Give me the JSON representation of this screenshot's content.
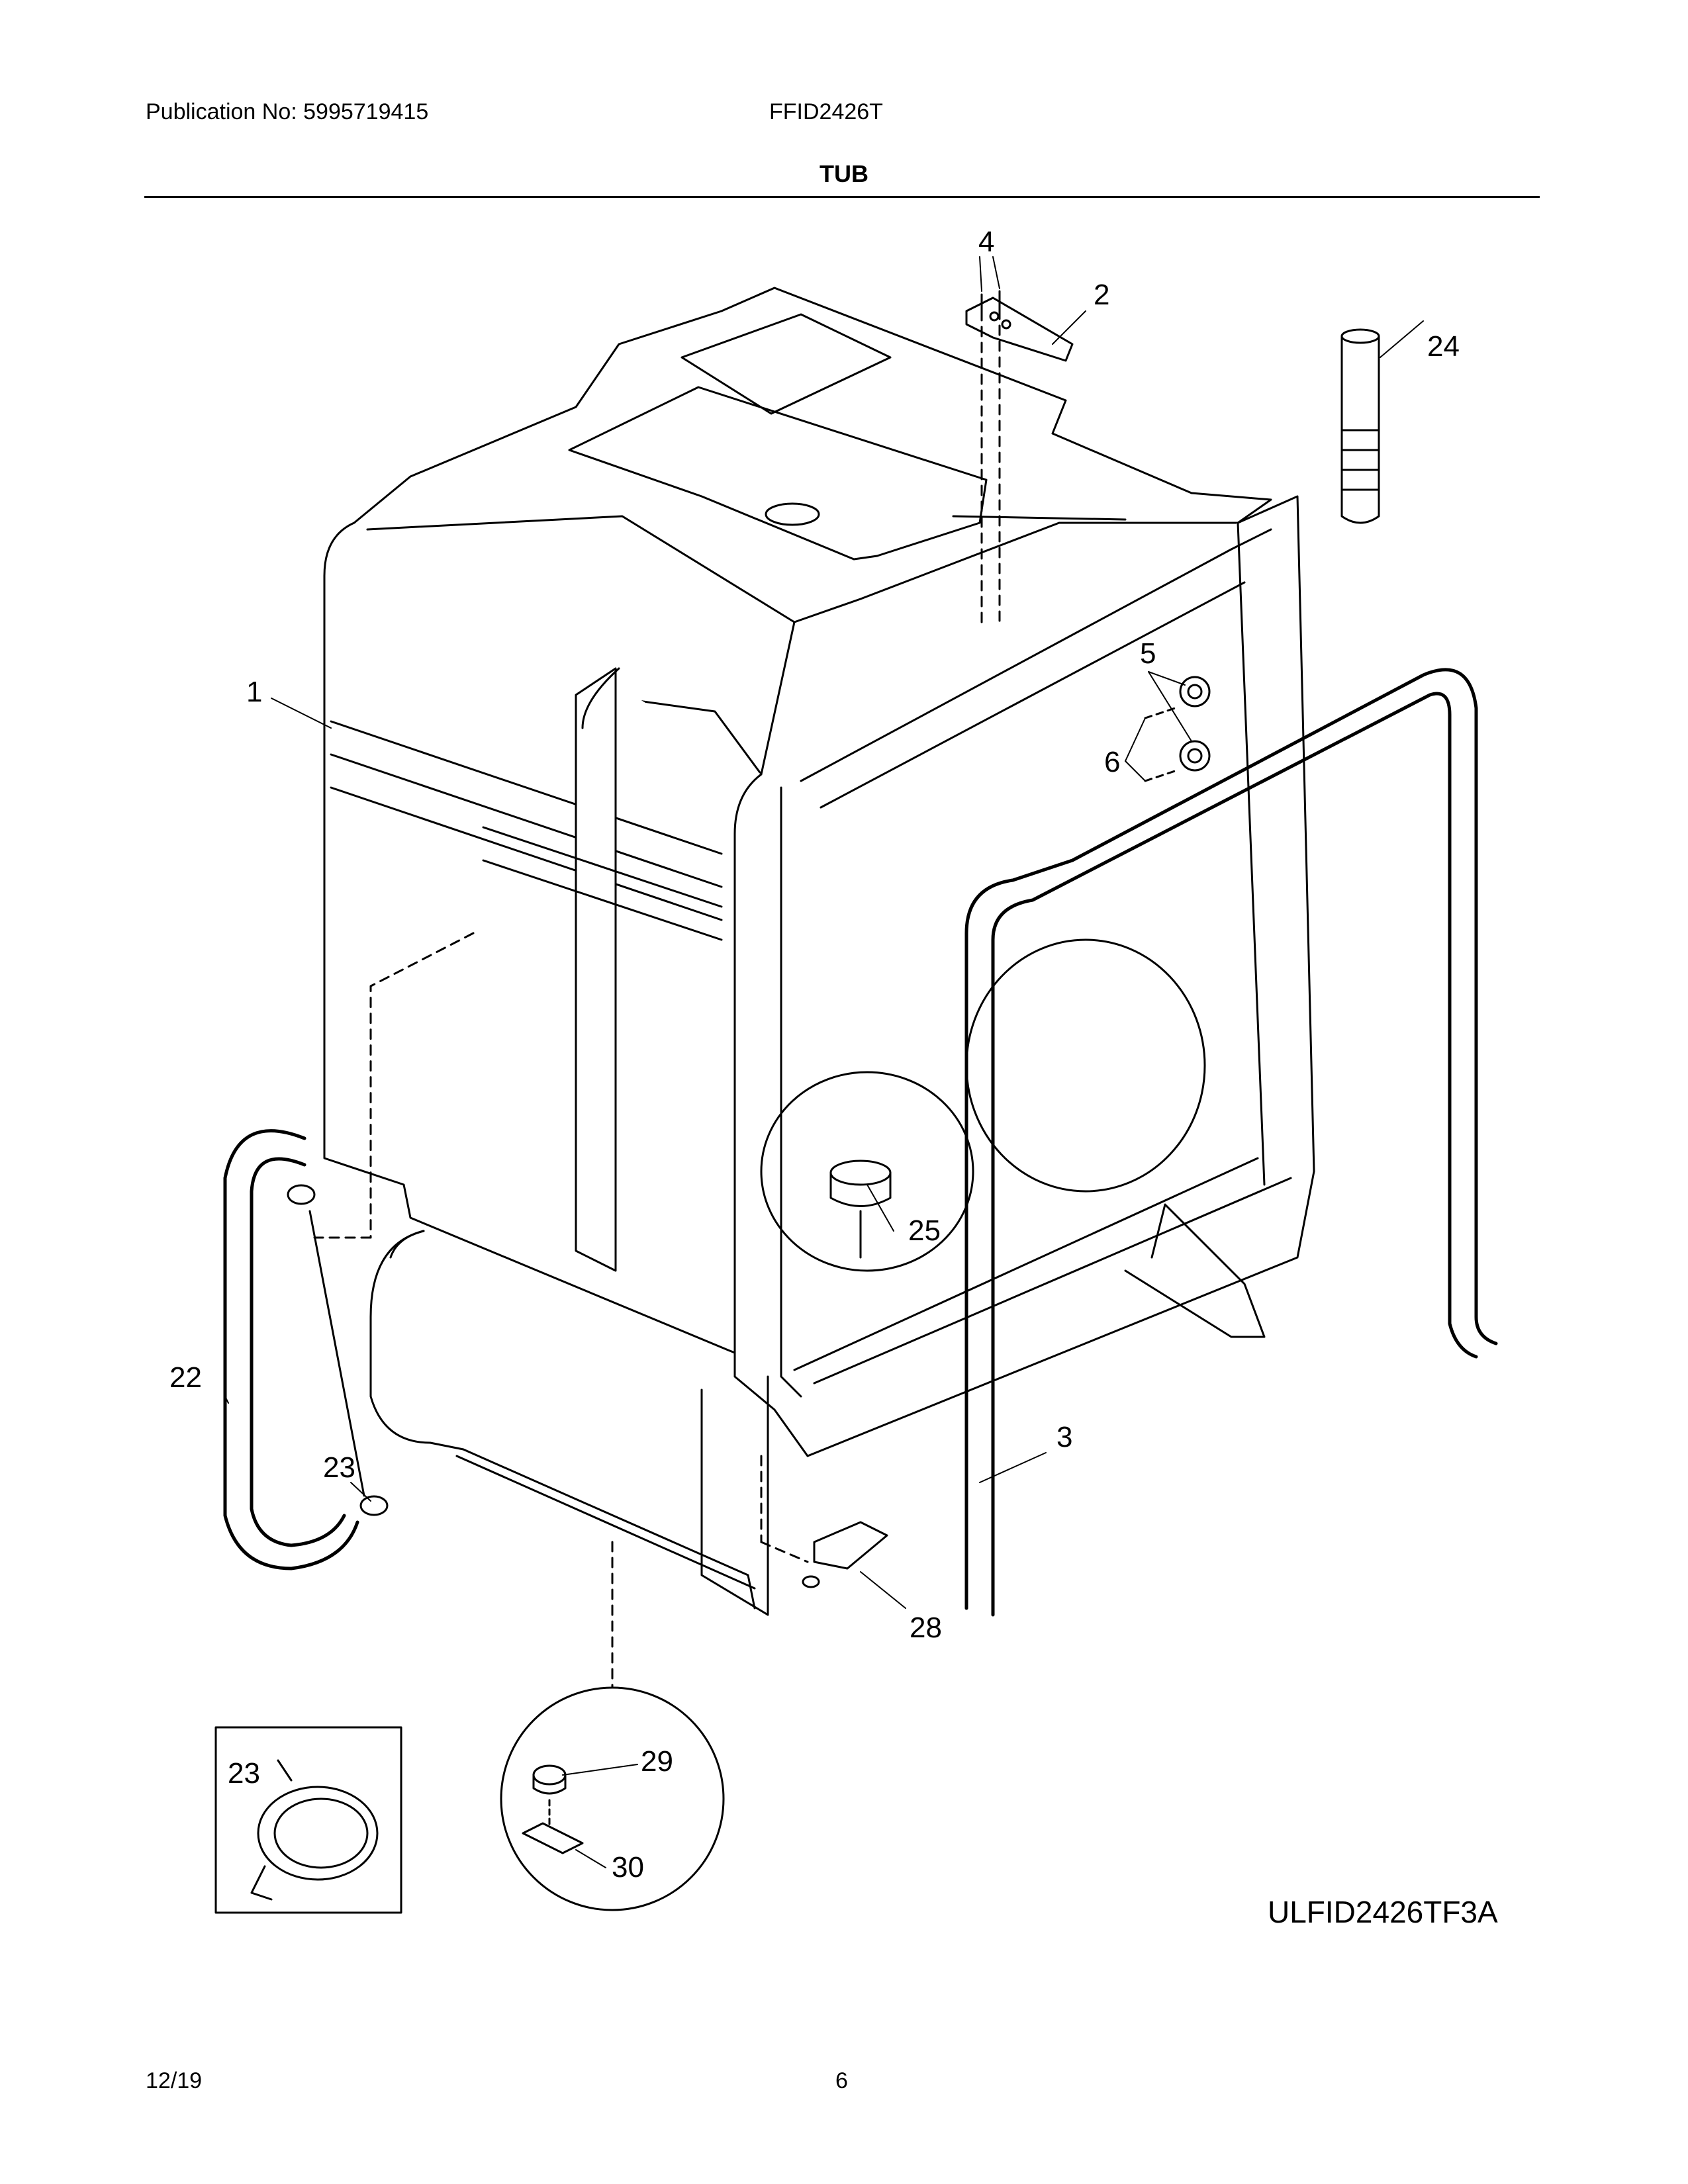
{
  "header": {
    "publication": "Publication No: 5995719415",
    "model": "FFID2426T",
    "section_title": "TUB"
  },
  "diagram": {
    "code": "ULFID2426TF3A",
    "callouts": [
      "1",
      "2",
      "3",
      "4",
      "5",
      "6",
      "22",
      "23",
      "24",
      "25",
      "28",
      "23",
      "29",
      "30"
    ]
  },
  "footer": {
    "date": "12/19",
    "page": "6"
  }
}
